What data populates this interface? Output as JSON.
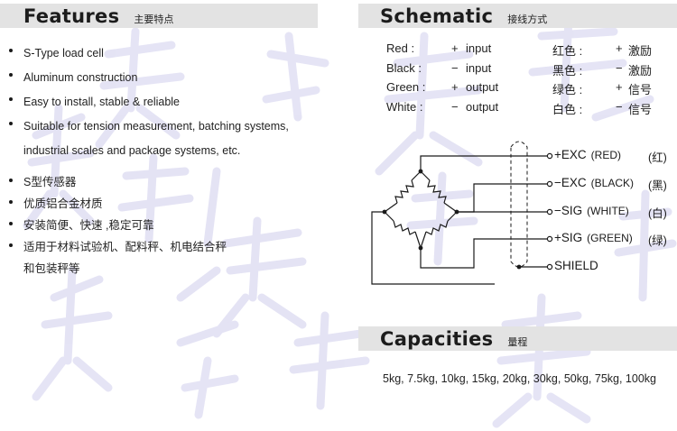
{
  "features": {
    "title": "Features",
    "subtitle": "主要特点",
    "en_items": [
      "S-Type load cell",
      "Aluminum construction",
      "Easy to install, stable & reliable",
      "Suitable for tension measurement, batching systems,",
      "industrial scales and package systems, etc."
    ],
    "cn_items": [
      "S型传感器",
      "优质铝合金材质",
      "安装简便、快速 ,稳定可靠",
      "适用于材料试验机、配料秤、机电结合秤",
      "和包装秤等"
    ]
  },
  "schematic": {
    "title": "Schematic",
    "subtitle": "接线方式",
    "wires": [
      {
        "color": "Red :",
        "sign": "+",
        "signal": "input",
        "cn_color": "红色 :",
        "cn_sign": "+",
        "cn_signal": "激励"
      },
      {
        "color": "Black :",
        "sign": "−",
        "signal": "input",
        "cn_color": "黑色 :",
        "cn_sign": "−",
        "cn_signal": "激励"
      },
      {
        "color": "Green :",
        "sign": "+",
        "signal": "output",
        "cn_color": "绿色 :",
        "cn_sign": "+",
        "cn_signal": "信号"
      },
      {
        "color": "White :",
        "sign": "−",
        "signal": "output",
        "cn_color": "白色 :",
        "cn_sign": "−",
        "cn_signal": "信号"
      }
    ],
    "terminals": [
      {
        "name": "+EXC",
        "paren": "(RED)",
        "cn": "(红)"
      },
      {
        "name": "−EXC",
        "paren": "(BLACK)",
        "cn": "(黑)"
      },
      {
        "name": "−SIG",
        "paren": "(WHITE)",
        "cn": "(白)"
      },
      {
        "name": "+SIG",
        "paren": "(GREEN)",
        "cn": "(绿)"
      },
      {
        "name": "SHIELD",
        "paren": "",
        "cn": ""
      }
    ]
  },
  "capacities": {
    "title": "Capacities",
    "subtitle": "量程",
    "values": "5kg, 7.5kg, 10kg, 15kg, 20kg, 30kg, 50kg, 75kg, 100kg"
  },
  "colors": {
    "header_bg": "#e3e3e3",
    "watermark": "#c9c7ea",
    "text": "#222222"
  }
}
